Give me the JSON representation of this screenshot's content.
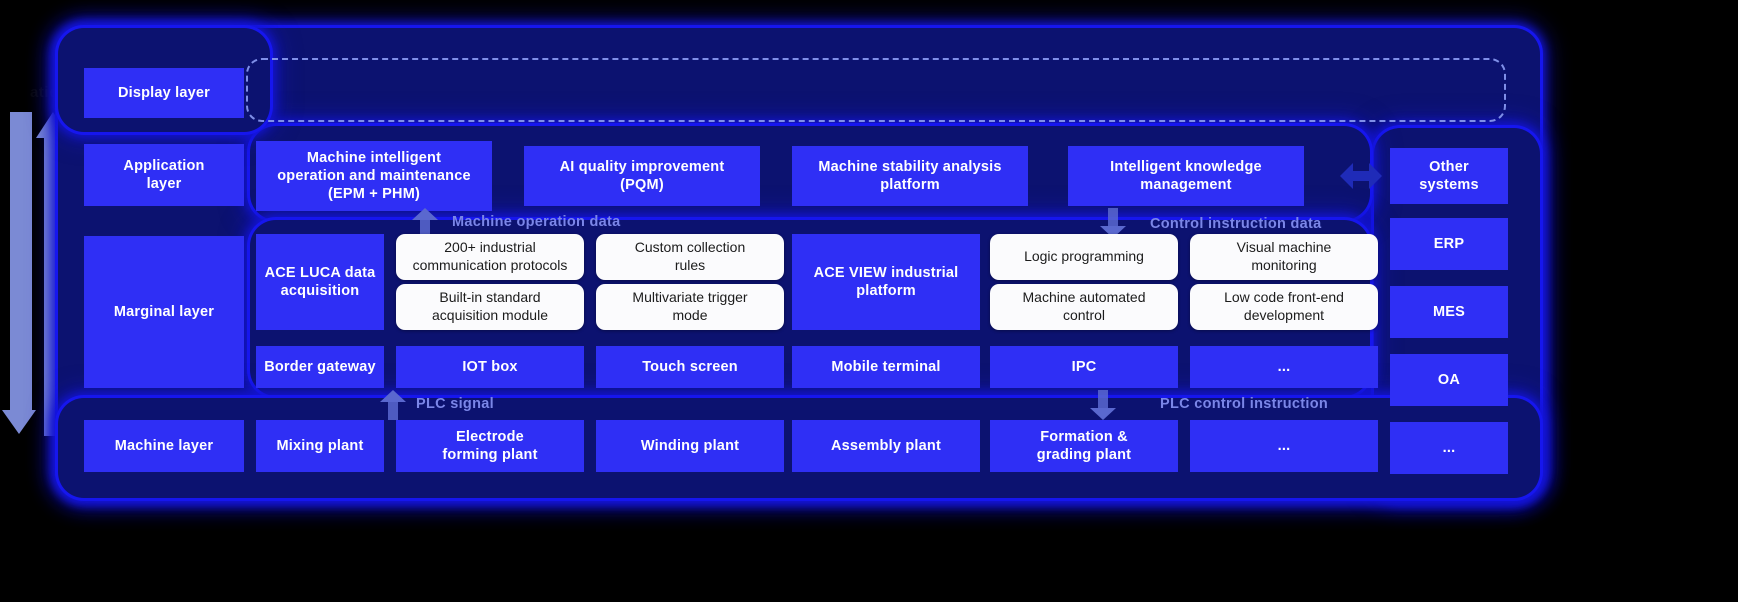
{
  "diagram": {
    "cut_off_caption": "ation",
    "left_flow": {
      "up_arrow_name": "data-upward-arrow",
      "down_arrow_name": "instruction-downward-arrow"
    },
    "colors": {
      "tile_blue": "#2f2ff5",
      "shell_glow": "#1616ee",
      "panel_dark": "#0c1270",
      "band_label": "#7b86e8",
      "pill_white": "#fbfbfd",
      "arrow_periwinkle": "#7b8ad4",
      "dashed_border": "#7f8fe8"
    }
  },
  "rows": {
    "display": {
      "layer_label": "Display layer"
    },
    "application": {
      "layer_label": "Application\nlayer",
      "layer_label_line1": "Application",
      "layer_label_line2": "layer",
      "items": [
        "Machine intelligent operation and maintenance (EPM + PHM)",
        "AI quality improvement (PQM)",
        "Machine stability analysis platform",
        "Intelligent knowledge management"
      ],
      "item_lines": [
        [
          "Machine intelligent",
          "operation and maintenance",
          "(EPM + PHM)"
        ],
        [
          "AI quality improvement",
          "(PQM)"
        ],
        [
          "Machine stability analysis",
          "platform"
        ],
        [
          "Intelligent knowledge",
          "management"
        ]
      ],
      "other_systems": "Other systems",
      "other_systems_lines": [
        "Other",
        "systems"
      ]
    },
    "marginal": {
      "layer_label": "Marginal layer",
      "left_platform": "ACE LUCA data acquisition",
      "left_platform_lines": [
        "ACE LUCA data",
        "acquisition"
      ],
      "right_platform": "ACE VIEW industrial platform",
      "right_platform_lines": [
        "ACE VIEW industrial",
        "platform"
      ],
      "left_pills": [
        [
          "200+ industrial",
          "communication protocols"
        ],
        [
          "Custom collection",
          "rules"
        ],
        [
          "Built-in standard",
          "acquisition module"
        ],
        [
          "Multivariate trigger",
          "mode"
        ]
      ],
      "right_pills": [
        [
          "Logic programming"
        ],
        [
          "Visual machine",
          "monitoring"
        ],
        [
          "Machine automated",
          "control"
        ],
        [
          "Low code front-end",
          "development"
        ]
      ],
      "devices": [
        "Border gateway",
        "IOT box",
        "Touch screen",
        "Mobile terminal",
        "IPC",
        "..."
      ],
      "side_systems": [
        "ERP",
        "MES",
        "OA"
      ]
    },
    "machine": {
      "layer_label": "Machine layer",
      "items": [
        "Mixing plant",
        "Electrode forming plant",
        "Winding plant",
        "Assembly plant",
        "Formation & grading plant",
        "..."
      ],
      "item_lines": [
        [
          "Mixing plant"
        ],
        [
          "Electrode",
          "forming plant"
        ],
        [
          "Winding plant"
        ],
        [
          "Assembly plant"
        ],
        [
          "Formation &",
          "grading plant"
        ],
        [
          "..."
        ]
      ],
      "side_more": "..."
    }
  },
  "flows": {
    "machine_operation_data": "Machine operation data",
    "control_instruction_data": "Control instruction data",
    "plc_signal": "PLC signal",
    "plc_control_instruction": "PLC control instruction"
  }
}
